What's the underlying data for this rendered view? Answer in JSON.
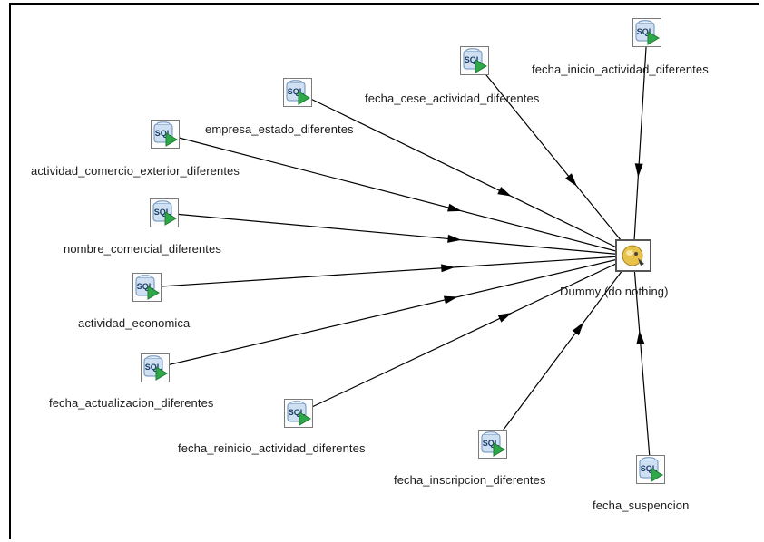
{
  "diagram": {
    "hub": {
      "label": "Dummy (do nothing)",
      "icon": "dummy-step-icon"
    },
    "steps": [
      {
        "id": "fecha_inicio_actividad_diferentes",
        "label": "fecha_inicio_actividad_diferentes",
        "icon": "sql-step-icon"
      },
      {
        "id": "fecha_cese_actividad_diferentes",
        "label": "fecha_cese_actividad_diferentes",
        "icon": "sql-step-icon"
      },
      {
        "id": "empresa_estado_diferentes",
        "label": "empresa_estado_diferentes",
        "icon": "sql-step-icon"
      },
      {
        "id": "actividad_comercio_exterior_diferentes",
        "label": "actividad_comercio_exterior_diferentes",
        "icon": "sql-step-icon"
      },
      {
        "id": "nombre_comercial_diferentes",
        "label": "nombre_comercial_diferentes",
        "icon": "sql-step-icon"
      },
      {
        "id": "actividad_economica",
        "label": "actividad_economica",
        "icon": "sql-step-icon"
      },
      {
        "id": "fecha_actualizacion_diferentes",
        "label": "fecha_actualizacion_diferentes",
        "icon": "sql-step-icon"
      },
      {
        "id": "fecha_reinicio_actividad_diferentes",
        "label": "fecha_reinicio_actividad_diferentes",
        "icon": "sql-step-icon"
      },
      {
        "id": "fecha_inscripcion_diferentes",
        "label": "fecha_inscripcion_diferentes",
        "icon": "sql-step-icon"
      },
      {
        "id": "fecha_suspencion",
        "label": "fecha_suspencion",
        "icon": "sql-step-icon"
      }
    ],
    "sql_icon_text": "SQL"
  }
}
